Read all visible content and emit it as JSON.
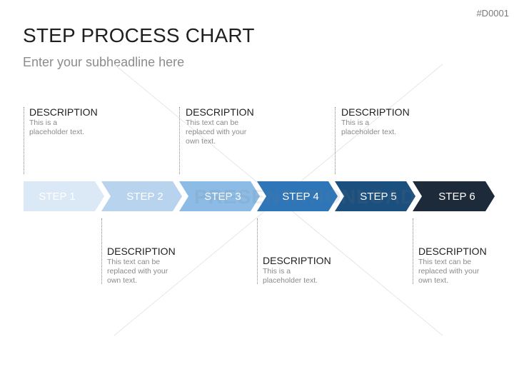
{
  "slide_id": "#D0001",
  "title": "STEP PROCESS CHART",
  "subtitle": "Enter your subheadline here",
  "watermark": "PRESENTATIONLOAD",
  "colors": {
    "step_fills": [
      "#dbe8f5",
      "#b7d3ee",
      "#8cbbe5",
      "#2e76b8",
      "#1b4f7e",
      "#1d2a3a"
    ],
    "step_text": [
      "#ffffff",
      "#ffffff",
      "#ffffff",
      "#ffffff",
      "#ffffff",
      "#ffffff"
    ]
  },
  "steps": [
    {
      "label": "STEP 1"
    },
    {
      "label": "STEP 2"
    },
    {
      "label": "STEP 3"
    },
    {
      "label": "STEP 4"
    },
    {
      "label": "STEP 5"
    },
    {
      "label": "STEP 6"
    }
  ],
  "descriptions": [
    {
      "heading": "DESCRIPTION",
      "text": "This is a placeholder text."
    },
    {
      "heading": "DESCRIPTION",
      "text": "This text can be replaced with your own text."
    },
    {
      "heading": "DESCRIPTION",
      "text": "This text can be replaced with your own text."
    },
    {
      "heading": "DESCRIPTION",
      "text": "This is a placeholder text."
    },
    {
      "heading": "DESCRIPTION",
      "text": "This is a placeholder text."
    },
    {
      "heading": "DESCRIPTION",
      "text": "This text can be replaced with your own text."
    }
  ]
}
